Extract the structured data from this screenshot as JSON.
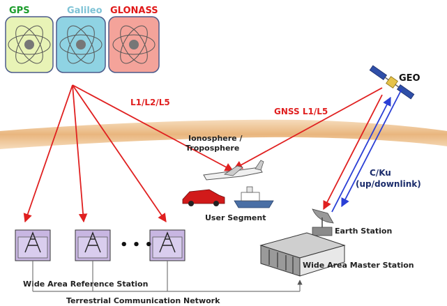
{
  "constellations": [
    {
      "label": "GPS",
      "color": "#1a9c2a",
      "fill": "#e8f3b6"
    },
    {
      "label": "Galileo",
      "color": "#7ec3d6",
      "fill": "#8fd3e3"
    },
    {
      "label": "GLONASS",
      "color": "#e01818",
      "fill": "#f4a39a"
    }
  ],
  "geo": {
    "label": "GEO"
  },
  "links": {
    "l1l2l5": "L1/L2/L5",
    "gnss": "GNSS L1/L5",
    "cku_line1": "C/Ku",
    "cku_line2": "(up/downlink)"
  },
  "atmosphere": {
    "line1": "Ionosphere /",
    "line2": "Troposphere"
  },
  "user_segment": {
    "label": "User Segment"
  },
  "earth_station": {
    "label": "Earth Station"
  },
  "master_station": {
    "label": "Wide Area Master Station"
  },
  "reference_station": {
    "label": "Wide Area Reference Station",
    "ellipsis": "• • •"
  },
  "network": {
    "label": "Terrestrial Communication Network"
  },
  "colors": {
    "red_link": "#e02020",
    "blue_link": "#2a3fd6",
    "band": "#e9b67e"
  }
}
